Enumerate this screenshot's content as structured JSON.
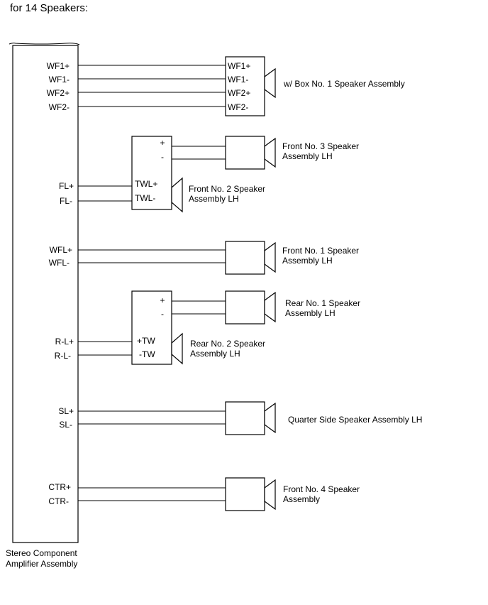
{
  "title": "for 14 Speakers:",
  "amplifier": {
    "label_line1": "Stereo Component",
    "label_line2": "Amplifier Assembly"
  },
  "groups": [
    {
      "id": "wf",
      "pins": [
        "WF1+",
        "WF1-",
        "WF2+",
        "WF2-"
      ],
      "box_terminals": [
        "WF1+",
        "WF1-",
        "WF2+",
        "WF2-"
      ],
      "speaker": {
        "line1": "w/ Box No. 1 Speaker Assembly",
        "line2": ""
      }
    },
    {
      "id": "fl",
      "pins": [
        "FL+",
        "FL-"
      ],
      "network": {
        "out_terminals": [
          "+",
          "-"
        ],
        "in_terminals": [
          "TWL+",
          "TWL-"
        ]
      },
      "tweeter": {
        "line1": "Front No. 2 Speaker",
        "line2": "Assembly LH"
      },
      "speaker": {
        "line1": "Front No. 3 Speaker",
        "line2": "Assembly LH"
      }
    },
    {
      "id": "wfl",
      "pins": [
        "WFL+",
        "WFL-"
      ],
      "speaker": {
        "line1": "Front No. 1 Speaker",
        "line2": "Assembly LH"
      }
    },
    {
      "id": "rl",
      "pins": [
        "R-L+",
        "R-L-"
      ],
      "network": {
        "out_terminals": [
          "+",
          "-"
        ],
        "in_terminals": [
          "+TW",
          "-TW"
        ]
      },
      "tweeter": {
        "line1": "Rear No. 2 Speaker",
        "line2": "Assembly LH"
      },
      "speaker": {
        "line1": "Rear No. 1 Speaker",
        "line2": "Assembly LH"
      }
    },
    {
      "id": "sl",
      "pins": [
        "SL+",
        "SL-"
      ],
      "speaker": {
        "line1": "Quarter Side Speaker Assembly LH",
        "line2": ""
      }
    },
    {
      "id": "ctr",
      "pins": [
        "CTR+",
        "CTR-"
      ],
      "speaker": {
        "line1": "Front No. 4 Speaker",
        "line2": "Assembly"
      }
    }
  ]
}
